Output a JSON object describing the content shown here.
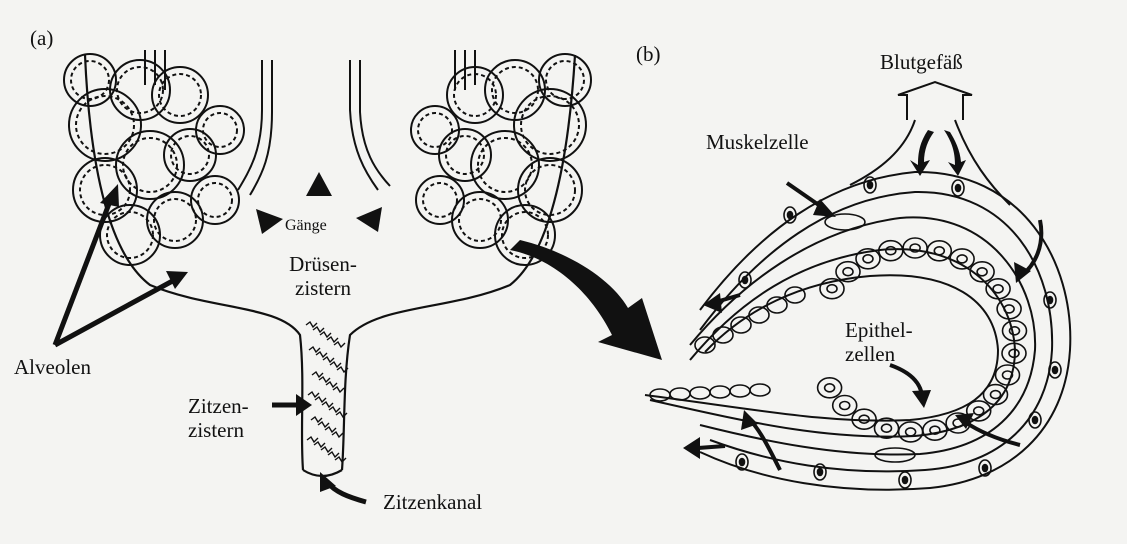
{
  "panels": {
    "a": "(a)",
    "b": "(b)"
  },
  "labels": {
    "alveolen": "Alveolen",
    "gaenge": "Gänge",
    "druesen_line1": "Drüsen-",
    "druesen_line2": "zistern",
    "zitzen_line1": "Zitzen-",
    "zitzen_line2": "zistern",
    "zitzenkanal": "Zitzenkanal",
    "blutgefaess": "Blutgefäß",
    "muskelzelle": "Muskelzelle",
    "epithel_line1": "Epithel-",
    "epithel_line2": "zellen"
  }
}
